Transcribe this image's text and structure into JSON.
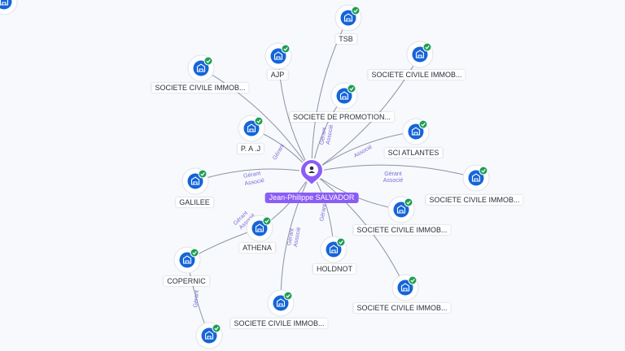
{
  "center": {
    "name": "Jean-Philippe SALVADOR",
    "icon": "person-icon",
    "color": "#8b5cf6"
  },
  "colors": {
    "node": "#1565d8",
    "badge": "#1f9d55",
    "edge": "#8a94a6",
    "edge_label": "#7b6cd9"
  },
  "companies": [
    {
      "id": "tsb",
      "name": "TSB",
      "icon": "building-icon"
    },
    {
      "id": "sci1",
      "name": "SOCIETE CIVILE IMMOB...",
      "icon": "building-icon"
    },
    {
      "id": "ajp",
      "name": "AJP",
      "icon": "building-icon"
    },
    {
      "id": "sci2",
      "name": "SOCIETE CIVILE IMMOB...",
      "icon": "building-icon"
    },
    {
      "id": "promo",
      "name": "SOCIETE DE PROMOTION...",
      "icon": "building-icon"
    },
    {
      "id": "paj",
      "name": "P. A .J",
      "icon": "building-icon"
    },
    {
      "id": "atlantes",
      "name": "SCI ATLANTES",
      "icon": "building-icon"
    },
    {
      "id": "galilee",
      "name": "GALILEE",
      "icon": "building-icon"
    },
    {
      "id": "sci3",
      "name": "SOCIETE CIVILE IMMOB...",
      "icon": "building-icon"
    },
    {
      "id": "sci4",
      "name": "SOCIETE CIVILE IMMOB...",
      "icon": "building-icon"
    },
    {
      "id": "athena",
      "name": "ATHENA",
      "icon": "building-icon"
    },
    {
      "id": "copernic",
      "name": "COPERNIC",
      "icon": "building-icon"
    },
    {
      "id": "holdnot",
      "name": "HOLDNOT",
      "icon": "building-icon"
    },
    {
      "id": "sci5",
      "name": "SOCIETE CIVILE IMMOB...",
      "icon": "building-icon"
    },
    {
      "id": "sci6",
      "name": "SOCIETE CIVILE IMMOB...",
      "icon": "building-icon"
    },
    {
      "id": "unnamed",
      "name": "",
      "icon": "building-icon"
    },
    {
      "id": "topleft",
      "name": "",
      "icon": "building-icon"
    }
  ],
  "edge_labels": {
    "paj": [
      "Gérant"
    ],
    "galilee": [
      "Gérant",
      "Associé"
    ],
    "athena": [
      "Gérant",
      "Associé"
    ],
    "sci3": [
      "Gérant",
      "Associé"
    ],
    "atlantes": [
      "Associé"
    ],
    "promo": [
      "Gérant",
      "Associé"
    ],
    "sci5": [
      "Gérant",
      "Associé"
    ],
    "holdnot": [
      "Gérant"
    ],
    "copernic_unnamed": [
      "Gérant"
    ]
  }
}
